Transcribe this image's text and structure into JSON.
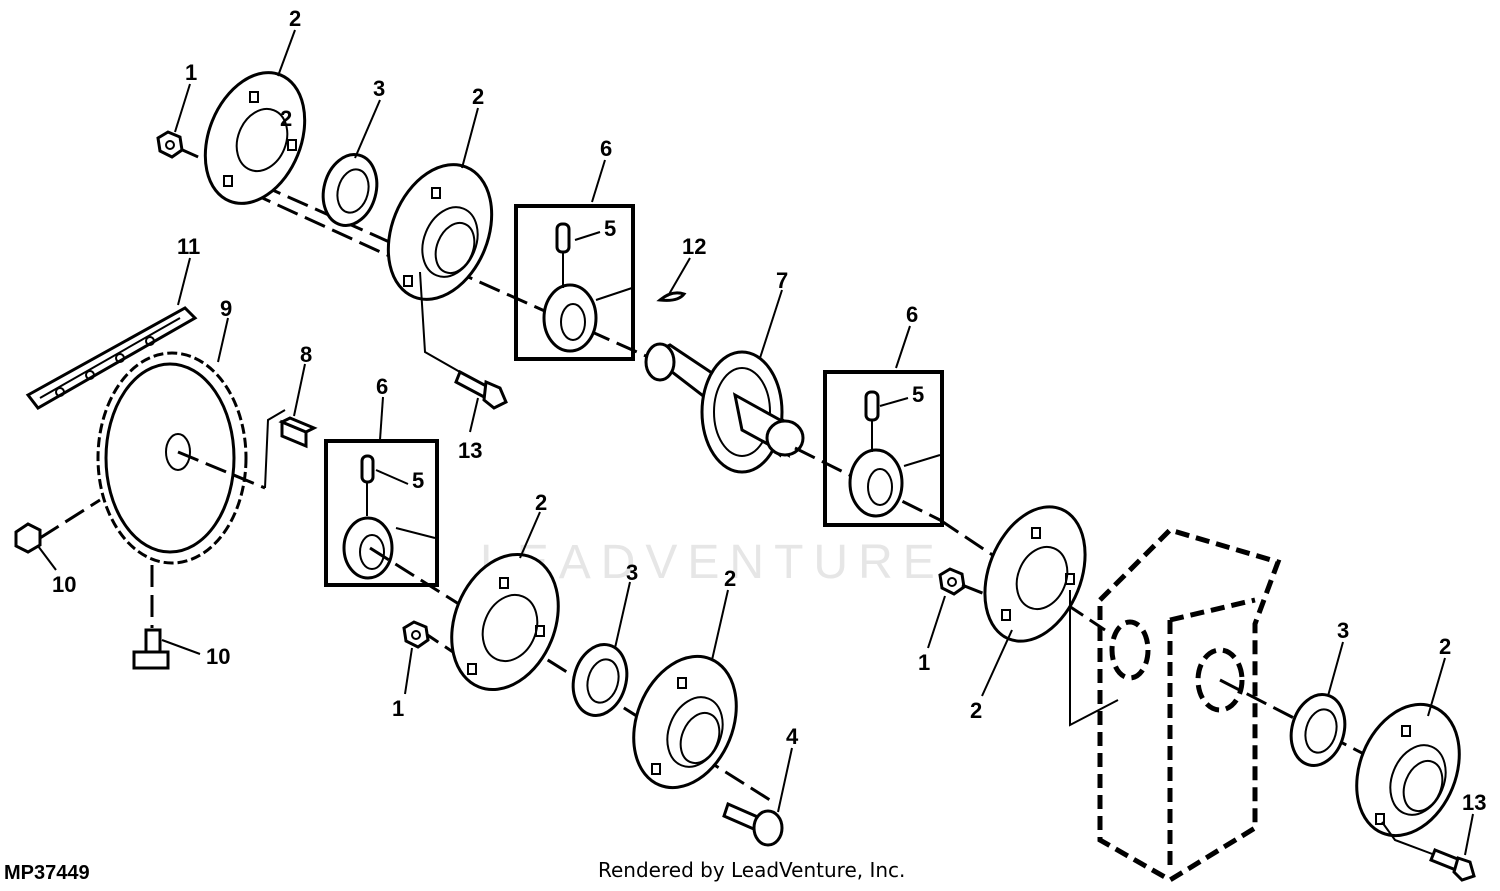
{
  "figure_code": "MP37449",
  "credit": "Rendered by LeadVenture, Inc.",
  "watermark": "LEADVENTURE",
  "callouts": [
    {
      "id": "c2a",
      "text": "2"
    },
    {
      "id": "c1a",
      "text": "1"
    },
    {
      "id": "c2b",
      "text": "2"
    },
    {
      "id": "c3a",
      "text": "3"
    },
    {
      "id": "c2c",
      "text": "2"
    },
    {
      "id": "c6a",
      "text": "6"
    },
    {
      "id": "c5a",
      "text": "5"
    },
    {
      "id": "c12",
      "text": "12"
    },
    {
      "id": "c7",
      "text": "7"
    },
    {
      "id": "c6b",
      "text": "6"
    },
    {
      "id": "c5b",
      "text": "5"
    },
    {
      "id": "c11",
      "text": "11"
    },
    {
      "id": "c9",
      "text": "9"
    },
    {
      "id": "c8",
      "text": "8"
    },
    {
      "id": "c6c",
      "text": "6"
    },
    {
      "id": "c5c",
      "text": "5"
    },
    {
      "id": "c13a",
      "text": "13"
    },
    {
      "id": "c10a",
      "text": "10"
    },
    {
      "id": "c10b",
      "text": "10"
    },
    {
      "id": "c2d",
      "text": "2"
    },
    {
      "id": "c3b",
      "text": "3"
    },
    {
      "id": "c2e",
      "text": "2"
    },
    {
      "id": "c1b",
      "text": "1"
    },
    {
      "id": "c4",
      "text": "4"
    },
    {
      "id": "c1c",
      "text": "1"
    },
    {
      "id": "c2f",
      "text": "2"
    },
    {
      "id": "c3c",
      "text": "3"
    },
    {
      "id": "c2g",
      "text": "2"
    },
    {
      "id": "c13b",
      "text": "13"
    }
  ]
}
